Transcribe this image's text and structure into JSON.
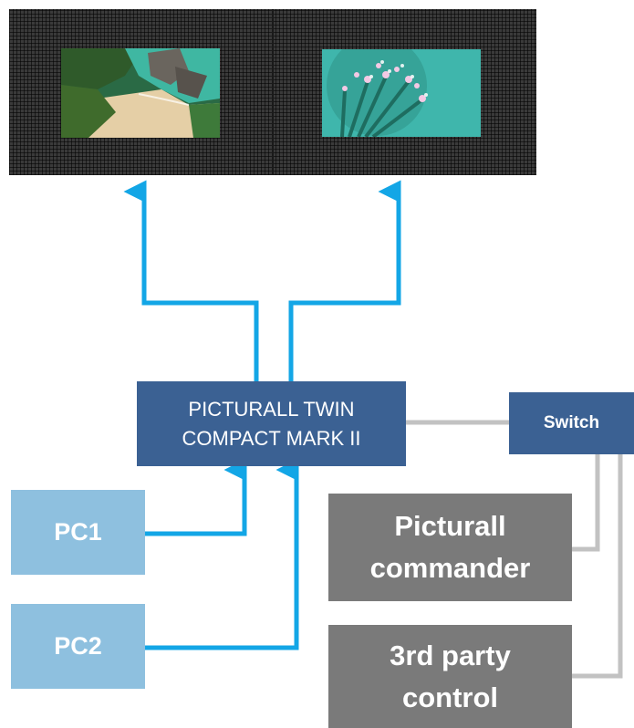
{
  "nodes": {
    "processor": "PICTURALL TWIN\nCOMPACT MARK II",
    "switch": "Switch",
    "pc1": "PC1",
    "pc2": "PC2",
    "commander": "Picturall\ncommander",
    "third_party": "3rd party\ncontrol"
  },
  "screens": {
    "left_content": "beach-aerial-photo",
    "right_content": "dandelion-water-drops-photo"
  },
  "colors": {
    "video_link": "#13a6e6",
    "control_link": "#c2c2c2",
    "processor_fill": "#3b6193",
    "source_fill": "#8ec0df",
    "controller_fill": "#7a7a7a"
  }
}
